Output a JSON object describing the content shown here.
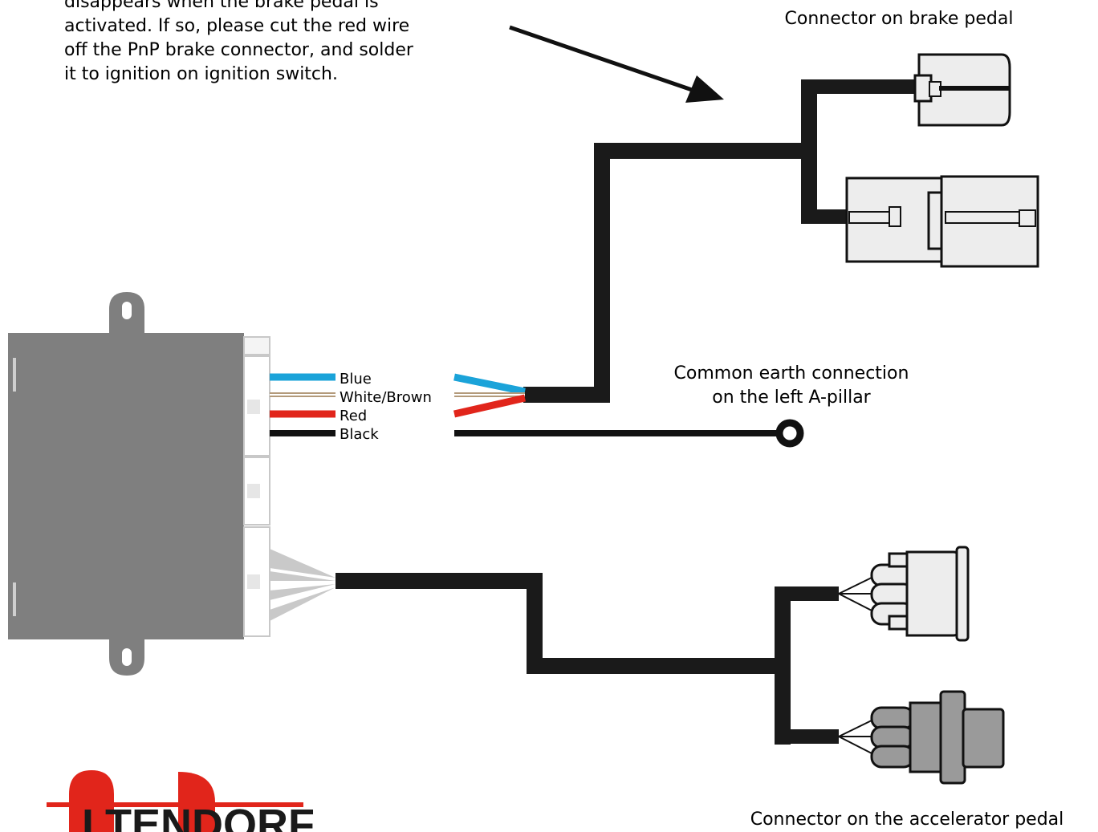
{
  "note": {
    "lines": [
      "disappears when the brake pedal is",
      "activated. If so, please cut the red wire",
      "off the PnP brake connector, and solder",
      "it to ignition on ignition switch."
    ]
  },
  "labels": {
    "brake_connector": "Connector on brake pedal",
    "earth_line1": "Common earth connection",
    "earth_line2": "on the left A-pillar",
    "accelerator_connector": "Connector on the accelerator pedal"
  },
  "wires": [
    {
      "label": "Blue",
      "color": "#1ba3d9"
    },
    {
      "label": "White/Brown",
      "color": "#b39a7a"
    },
    {
      "label": "Red",
      "color": "#e1251b"
    },
    {
      "label": "Black",
      "color": "#111111"
    }
  ],
  "logo": {
    "text": "LTENDORF",
    "brand_color": "#e1251b"
  },
  "colors": {
    "module_body": "#7f7f7f",
    "cable": "#1a1a1a",
    "connector_light": "#ededed",
    "connector_grey": "#9a9a9a",
    "ribbon_grey": "#c9c9c9"
  }
}
